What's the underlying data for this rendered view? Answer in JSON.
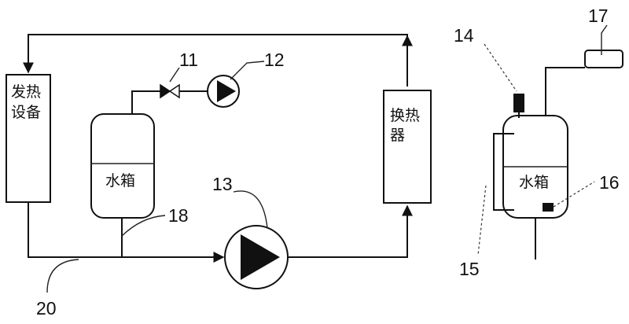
{
  "components": {
    "heater_label_line1": "发热",
    "heater_label_line2": "设备",
    "tank_label": "水箱",
    "exchanger_label_line1": "换热",
    "exchanger_label_line2": "器",
    "tank_detail_label": "水箱"
  },
  "callouts": {
    "n11": "11",
    "n12": "12",
    "n13": "13",
    "n14": "14",
    "n15": "15",
    "n16": "16",
    "n17": "17",
    "n18": "18",
    "n20": "20"
  }
}
